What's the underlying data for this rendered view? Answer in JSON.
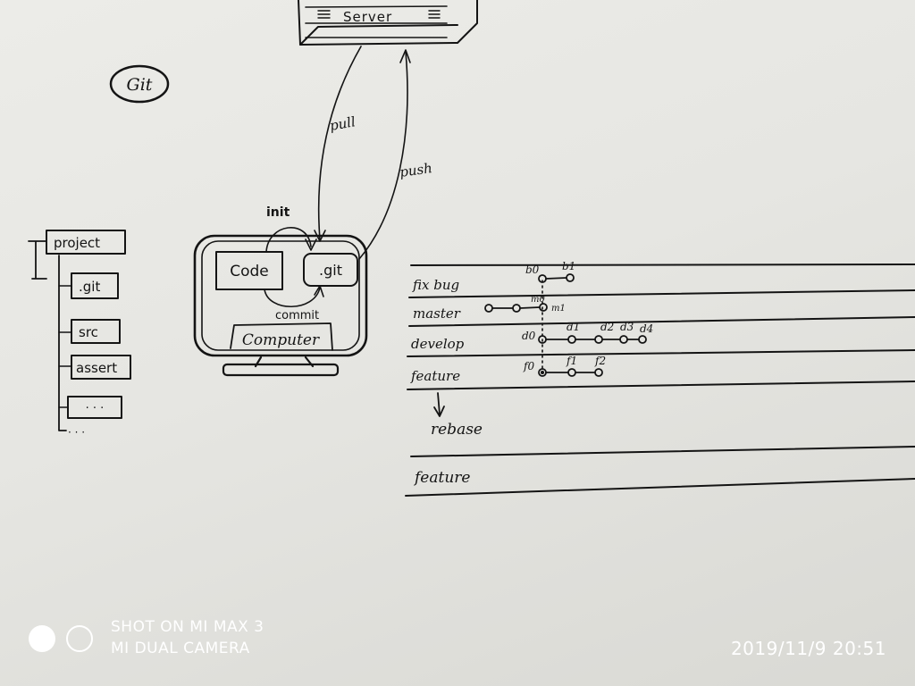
{
  "diagram": {
    "git_label": "Git",
    "server_label": "Server",
    "pull_label": "pull",
    "push_label": "push",
    "init_label": "init",
    "code_label": "Code",
    "git_dir_label": ".git",
    "commit_label": "commit",
    "computer_label": "Computer",
    "tree": {
      "root": "project",
      "items": [
        ".git",
        "src",
        "assert",
        "· · ·"
      ],
      "more": "· · ·"
    },
    "branches": {
      "fixbug": {
        "label": "fix bug",
        "commits": [
          "b0",
          "b1"
        ]
      },
      "master": {
        "label": "master",
        "commits": [
          "m0",
          "m1"
        ]
      },
      "develop": {
        "label": "develop",
        "commits": [
          "d0",
          "d1",
          "d2",
          "d3",
          "d4"
        ]
      },
      "feature": {
        "label": "feature",
        "commits": [
          "f0",
          "f1",
          "f2"
        ]
      }
    },
    "rebase_label": "rebase",
    "feature_after_label": "feature"
  },
  "watermark": {
    "line1": "SHOT ON MI MAX 3",
    "line2": "MI DUAL CAMERA"
  },
  "timestamp": "2019/11/9  20:51"
}
